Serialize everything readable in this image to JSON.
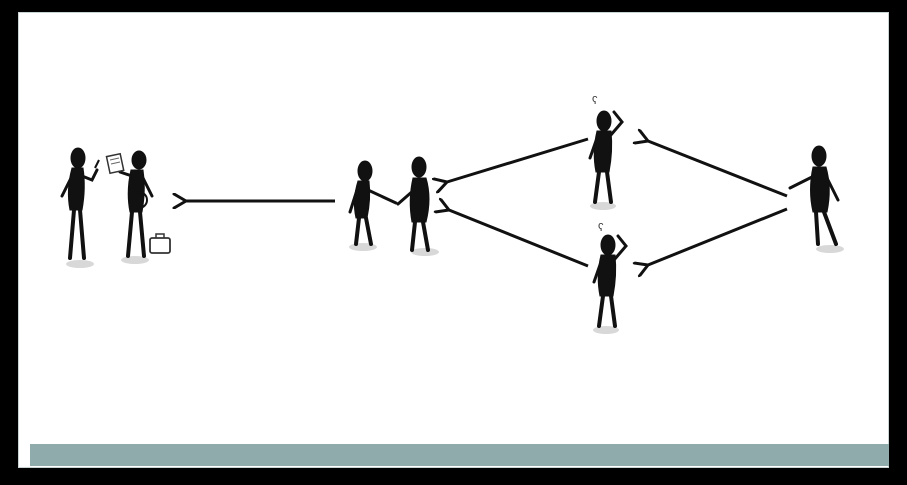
{
  "slide": {
    "frame_color": "#000000",
    "background_color": "#ffffff",
    "footer_bar_color": "#8fabab"
  },
  "diagram": {
    "description_kind": "stick-figure referral flow",
    "nodes": [
      {
        "id": "referrer",
        "icon": "pointing-figure-icon"
      },
      {
        "id": "prospect-top",
        "icon": "thinking-figure-icon"
      },
      {
        "id": "prospect-bottom",
        "icon": "thinking-figure-icon"
      },
      {
        "id": "handshake",
        "icon": "handshake-figures-icon"
      },
      {
        "id": "deal",
        "icon": "business-deal-figures-icon"
      }
    ],
    "edges": [
      {
        "from": "referrer",
        "to": "prospect-top"
      },
      {
        "from": "referrer",
        "to": "prospect-bottom"
      },
      {
        "from": "prospect-top",
        "to": "handshake"
      },
      {
        "from": "prospect-bottom",
        "to": "handshake"
      },
      {
        "from": "handshake",
        "to": "deal"
      }
    ],
    "arrow_color": "#111111"
  }
}
